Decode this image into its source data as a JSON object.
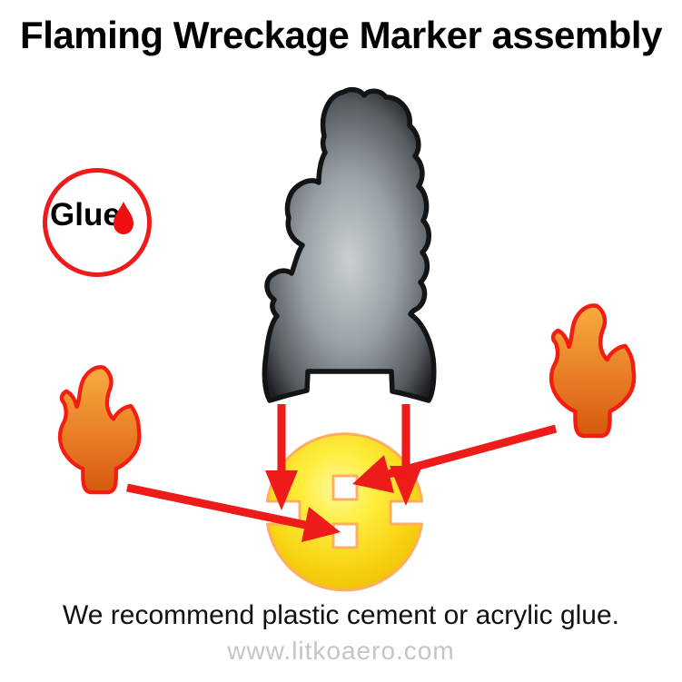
{
  "title": "Flaming Wreckage Marker assembly",
  "glue_badge": {
    "label": "Glue"
  },
  "footer": {
    "recommendation": "We recommend plastic cement or acrylic glue.",
    "website": "www.litkoaero.com"
  },
  "diagram": {
    "parts": [
      "glue-badge",
      "smoke-plume",
      "left-flame",
      "right-flame",
      "fireball-base"
    ],
    "arrow_count": 4
  },
  "colors": {
    "background": "#ffffff",
    "title_text": "#000000",
    "body_text": "#111111",
    "watermark_text": "#c5c5c5",
    "arrow_red": "#ee1b1b",
    "glue_ring_red": "#ee1b1b",
    "glue_drop_red": "#ee1010",
    "flame_outline": "#f51d12",
    "flame_gradient_top": "#f6ad3f",
    "flame_gradient_mid": "#e87d26",
    "flame_gradient_bottom": "#d55a0e",
    "ball_center": "#fff79e",
    "ball_mid": "#ffee3e",
    "ball_deep": "#f6cf0e",
    "ball_edge": "#edba00",
    "ball_outline": "#ffad5e",
    "smoke_light": "#c9cfd2",
    "smoke_mid": "#9aa1a6",
    "smoke_dark": "#565b60",
    "smoke_darkest": "#1d2023",
    "smoke_outline": "#121416"
  }
}
